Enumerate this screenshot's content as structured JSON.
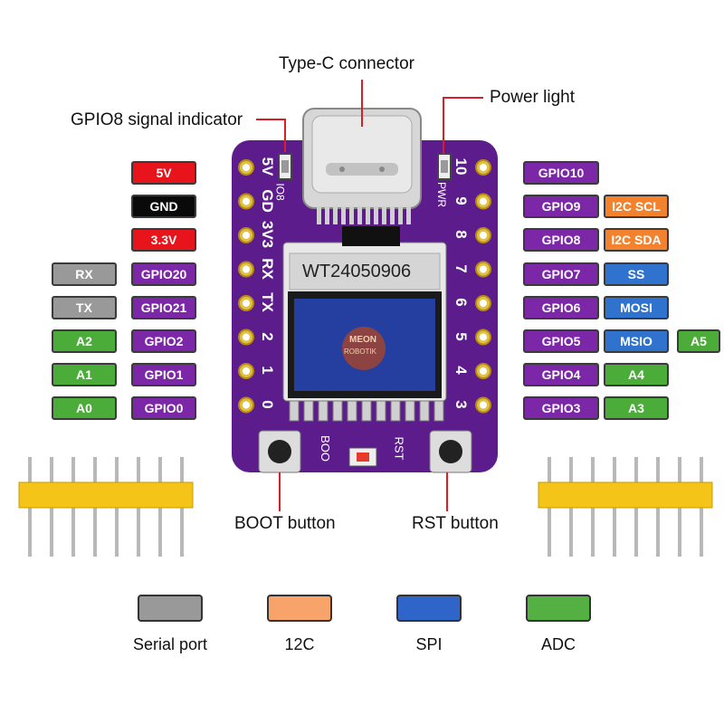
{
  "callouts": {
    "type_c": "Type-C connector",
    "power_light": "Power light",
    "gpio8_indicator": "GPIO8 signal indicator",
    "boot_button": "BOOT button",
    "rst_button": "RST button"
  },
  "board": {
    "left_silk": [
      "5V",
      "GD",
      "3V3",
      "RX",
      "TX",
      "2",
      "1",
      "0"
    ],
    "right_silk": [
      "10",
      "9",
      "8",
      "7",
      "6",
      "5",
      "4",
      "3"
    ],
    "io8_mark": "IO8",
    "pwr_mark": "PWR",
    "boo_mark": "BOO",
    "rst_mark": "RST",
    "display_text": "WT24050906",
    "logo_text": [
      "MEON",
      "ROBOTIK"
    ]
  },
  "left_labels": [
    {
      "text": "5V",
      "color": "#e8141b"
    },
    {
      "text": "GND",
      "color": "#0a0a0a"
    },
    {
      "text": "3.3V",
      "color": "#e8141b"
    },
    {
      "text": "GPIO20",
      "color": "#7b27a8"
    },
    {
      "text": "GPIO21",
      "color": "#7b27a8"
    },
    {
      "text": "GPIO2",
      "color": "#7b27a8"
    },
    {
      "text": "GPIO1",
      "color": "#7b27a8"
    },
    {
      "text": "GPIO0",
      "color": "#7b27a8"
    }
  ],
  "left_func": [
    {
      "text": "RX",
      "color": "#999999"
    },
    {
      "text": "TX",
      "color": "#999999"
    },
    {
      "text": "A2",
      "color": "#4cac3a"
    },
    {
      "text": "A1",
      "color": "#4cac3a"
    },
    {
      "text": "A0",
      "color": "#4cac3a"
    }
  ],
  "right_labels": [
    {
      "text": "GPIO10",
      "color": "#7b27a8"
    },
    {
      "text": "GPIO9",
      "color": "#7b27a8"
    },
    {
      "text": "GPIO8",
      "color": "#7b27a8"
    },
    {
      "text": "GPIO7",
      "color": "#7b27a8"
    },
    {
      "text": "GPIO6",
      "color": "#7b27a8"
    },
    {
      "text": "GPIO5",
      "color": "#7b27a8"
    },
    {
      "text": "GPIO4",
      "color": "#7b27a8"
    },
    {
      "text": "GPIO3",
      "color": "#7b27a8"
    }
  ],
  "right_func": [
    {
      "text": "I2C SCL",
      "color": "#f2822e"
    },
    {
      "text": "I2C SDA",
      "color": "#f2822e"
    },
    {
      "text": "SS",
      "color": "#2f73cf"
    },
    {
      "text": "MOSI",
      "color": "#2f73cf"
    },
    {
      "text": "MSIO",
      "color": "#2f73cf"
    },
    {
      "text": "A4",
      "color": "#4cac3a"
    },
    {
      "text": "A3",
      "color": "#4cac3a"
    }
  ],
  "extra_func": {
    "text": "A5",
    "color": "#4cac3a"
  },
  "legend": [
    {
      "text": "Serial port",
      "color": "#999999"
    },
    {
      "text": "12C",
      "color": "#f7a36a"
    },
    {
      "text": "SPI",
      "color": "#2f64c8"
    },
    {
      "text": "ADC",
      "color": "#55b044"
    }
  ],
  "colors": {
    "board": "#5c1c8c",
    "callout_line": "#d81f26",
    "header_plastic": "#f4c518"
  }
}
